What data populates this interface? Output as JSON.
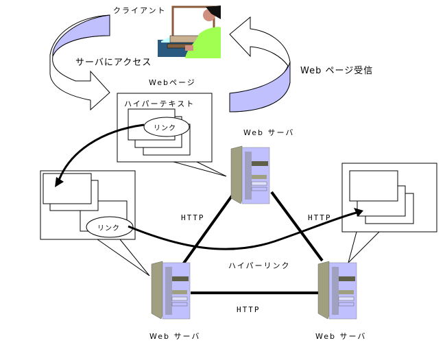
{
  "labels": {
    "client": "クライアント",
    "access_server": "サーバにアクセス",
    "web_page_receive": "Web ページ受信",
    "web_page": "Webページ",
    "hypertext": "ハイパーテキスト",
    "link_top": "リンク",
    "link_left": "リンク",
    "web_server_top": "Web サーバ",
    "web_server_bottom_left": "Web サーバ",
    "web_server_bottom_right": "Web サーバ",
    "http_left": "HTTP",
    "http_right": "HTTP",
    "http_bottom": "HTTP",
    "hyperlink": "ハイパーリンク"
  },
  "colors": {
    "arrow_fill": "#c0c0ff",
    "server_side": "#a0a080",
    "server_front": "#c0c0ff",
    "line": "#000000"
  }
}
